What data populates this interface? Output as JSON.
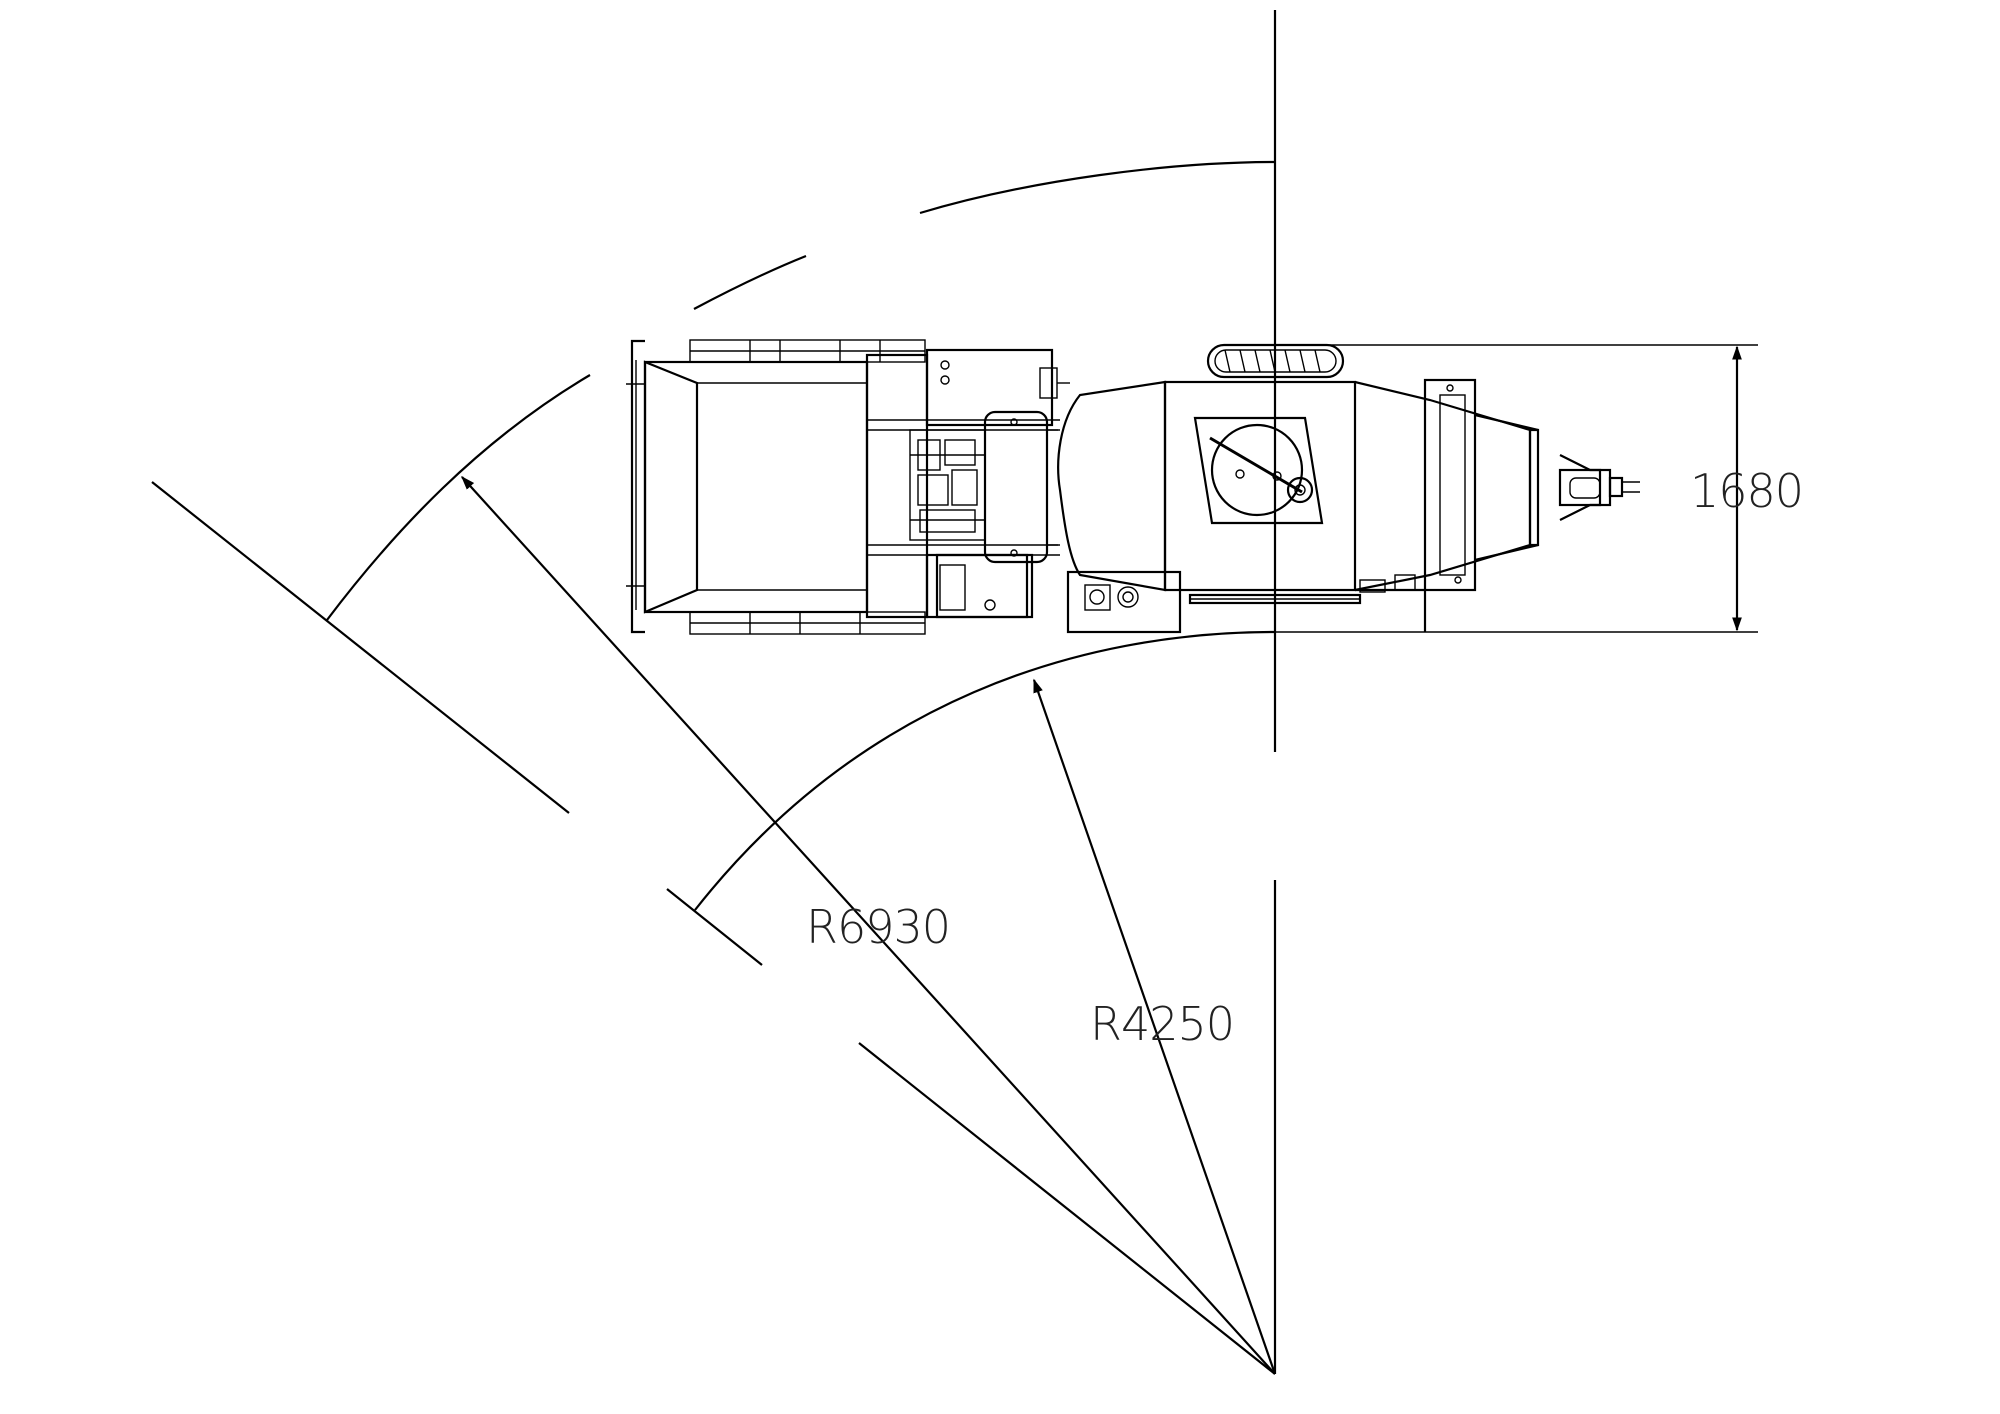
{
  "dimensions": {
    "outer_radius": "R6930",
    "inner_radius": "R4250",
    "vehicle_width": "1680"
  }
}
